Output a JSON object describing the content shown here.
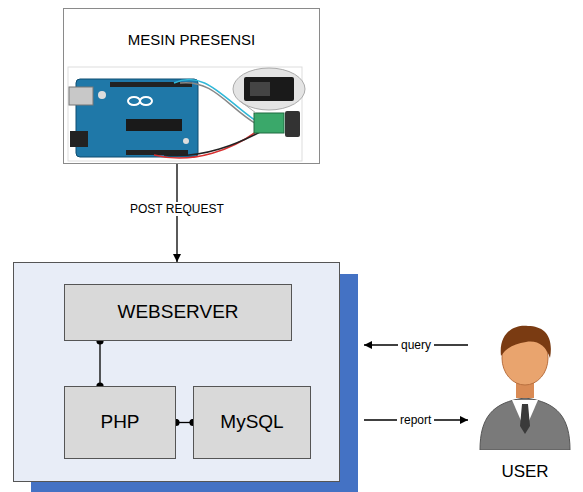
{
  "diagram": {
    "nodes": [
      {
        "text": [
          "MESIN PRESENSI"
        ]
      },
      {
        "text": []
      },
      {
        "text": [
          "WEBSERVER"
        ],
        "in": 1
      },
      {
        "text": [
          "PHP"
        ],
        "in": 1
      },
      {
        "text": [
          "MySQL"
        ],
        "in": 1
      },
      {
        "text": [
          "USER"
        ]
      }
    ],
    "edges": [
      {
        "from": 0,
        "to": 1,
        "label": "POST REQUEST",
        "arrow": "to"
      },
      {
        "from": 2,
        "to": 3,
        "arrow": "none"
      },
      {
        "from": 3,
        "to": 4,
        "arrow": "none"
      },
      {
        "from": 5,
        "to": 1,
        "label": "query",
        "arrow": "to"
      },
      {
        "from": 1,
        "to": 5,
        "label": "report",
        "arrow": "to"
      }
    ]
  }
}
